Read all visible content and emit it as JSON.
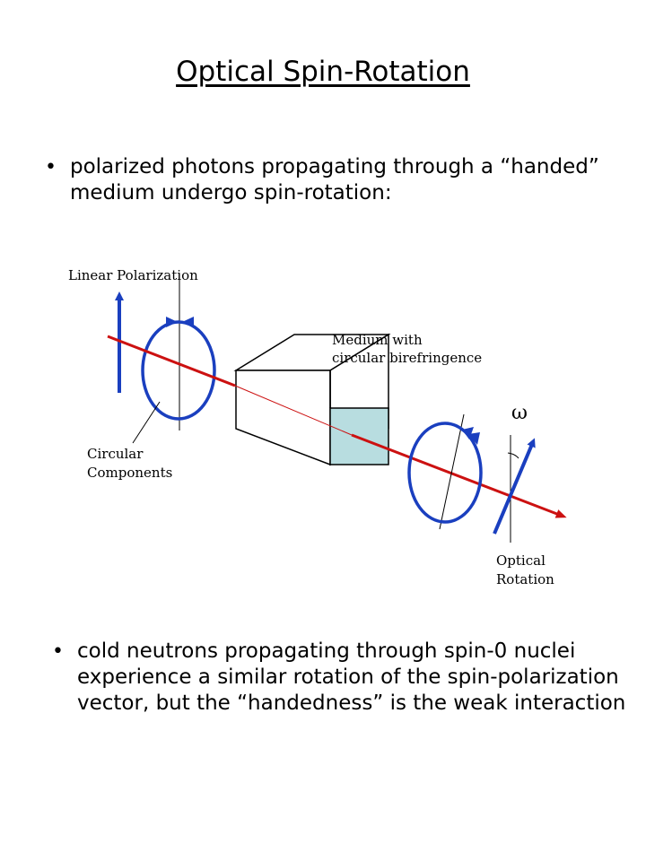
{
  "title": "Optical Spin-Rotation",
  "bullets": [
    {
      "text": "polarized photons propagating through a “handed” medium undergo spin-rotation:"
    },
    {
      "text": "cold neutrons propagating through spin-0 nuclei experience a similar rotation of the spin-polarization vector, but the “handedness” is the weak interaction"
    }
  ],
  "diagram": {
    "label_linear": "Linear Polarization",
    "label_medium_line1": "Medium with",
    "label_medium_line2": "circular birefringence",
    "label_circular_line1": "Circular",
    "label_circular_line2": "Components",
    "label_omega": "ω",
    "label_optical_line1": "Optical",
    "label_optical_line2": "Rotation",
    "colors": {
      "beam": "#cc1111",
      "polarization": "#1a3fbf",
      "medium_face": "#b8dde0",
      "outline": "#000000"
    }
  }
}
